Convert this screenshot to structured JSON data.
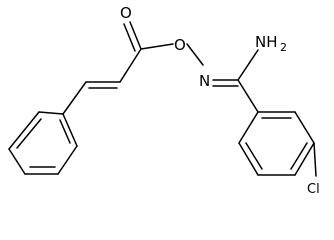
{
  "molecule": {
    "atoms": {
      "O_carbonyl": "O",
      "O_ester": "O",
      "N_imine": "N",
      "NH2": "NH",
      "NH2_sub": "2",
      "Cl": "Cl"
    }
  }
}
